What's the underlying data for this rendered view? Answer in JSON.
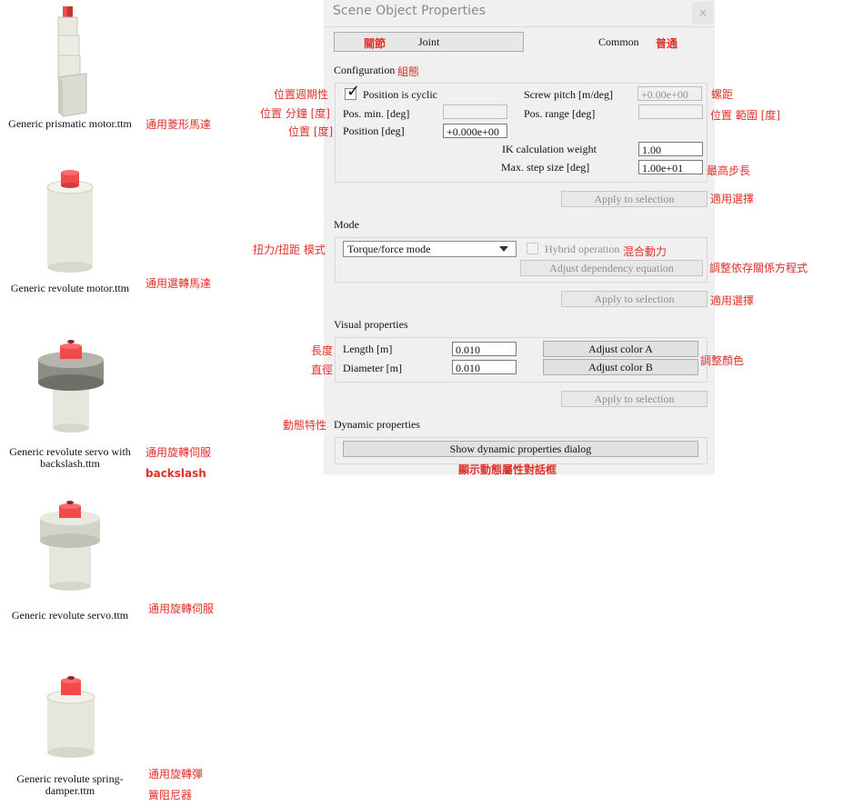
{
  "library": [
    {
      "caption_lines": [
        "Generic prismatic motor.ttm"
      ],
      "note_lines": [
        "通用菱形馬達"
      ]
    },
    {
      "caption_lines": [
        "Generic revolute motor.ttm"
      ],
      "note_lines": [
        "通用選轉馬達"
      ]
    },
    {
      "caption_lines": [
        "Generic revolute servo with",
        "backslash.ttm"
      ],
      "note_lines": [
        "通用旋轉伺服",
        "backslash"
      ]
    },
    {
      "caption_lines": [
        "Generic revolute servo.ttm"
      ],
      "note_lines": [
        "通用旋轉伺服"
      ]
    },
    {
      "caption_lines": [
        "Generic revolute spring-",
        "damper.ttm"
      ],
      "note_lines": [
        "通用旋轉彈",
        "簧阻尼器"
      ]
    }
  ],
  "dialog": {
    "title": "Scene Object Properties",
    "close_glyph": "×",
    "tab_joint": "Joint",
    "tab_joint_note": "關節",
    "tab_common": "Common",
    "tab_common_note": "普通",
    "configuration": {
      "title": "Configuration",
      "title_note": "組態",
      "cyclic_label": "Position is cyclic",
      "cyclic_checked": true,
      "cyclic_note": "位置週期性",
      "pos_min_label": "Pos. min. [deg]",
      "pos_min_value": "",
      "pos_min_note": "位置 分鐘 [度]",
      "position_label": "Position [deg]",
      "position_value": "+0.000e+00",
      "position_note": "位置 [度]",
      "screw_label": "Screw pitch [m/deg]",
      "screw_value": "+0.00e+00",
      "screw_note": "螺距",
      "pos_range_label": "Pos. range [deg]",
      "pos_range_value": "",
      "pos_range_note": "位置 範圍 [度]",
      "ik_label": "IK calculation weight",
      "ik_value": "1.00",
      "step_label": "Max. step size [deg]",
      "step_value": "1.00e+01",
      "step_note": "最高步長",
      "apply_label": "Apply to selection",
      "apply_note": "適用選擇"
    },
    "mode": {
      "title": "Mode",
      "mode_value": "Torque/force mode",
      "mode_note": "扭力/扭距 模式",
      "hybrid_label": "Hybrid operation",
      "hybrid_checked": false,
      "hybrid_note": "混合動力",
      "adjust_dep_label": "Adjust dependency equation",
      "adjust_dep_note": "調整依存關係方程式",
      "apply_label": "Apply to selection",
      "apply_note": "適用選擇"
    },
    "visual": {
      "title": "Visual properties",
      "length_label": "Length [m]",
      "length_value": "0.010",
      "length_note": "長度",
      "diameter_label": "Diameter [m]",
      "diameter_value": "0.010",
      "diameter_note": "直徑",
      "color_a_label": "Adjust color A",
      "color_b_label": "Adjust color B",
      "color_note": "調整顏色",
      "apply_label": "Apply to selection"
    },
    "dynamic": {
      "title": "Dynamic properties",
      "title_note": "動態特性",
      "dialog_button_label": "Show dynamic properties dialog",
      "dialog_button_note": "顯示動態屬性對話框"
    }
  },
  "colors": {
    "annotation": "#e0302a",
    "motor_cap": "#f24a4a",
    "body": "#e6e6dc"
  }
}
